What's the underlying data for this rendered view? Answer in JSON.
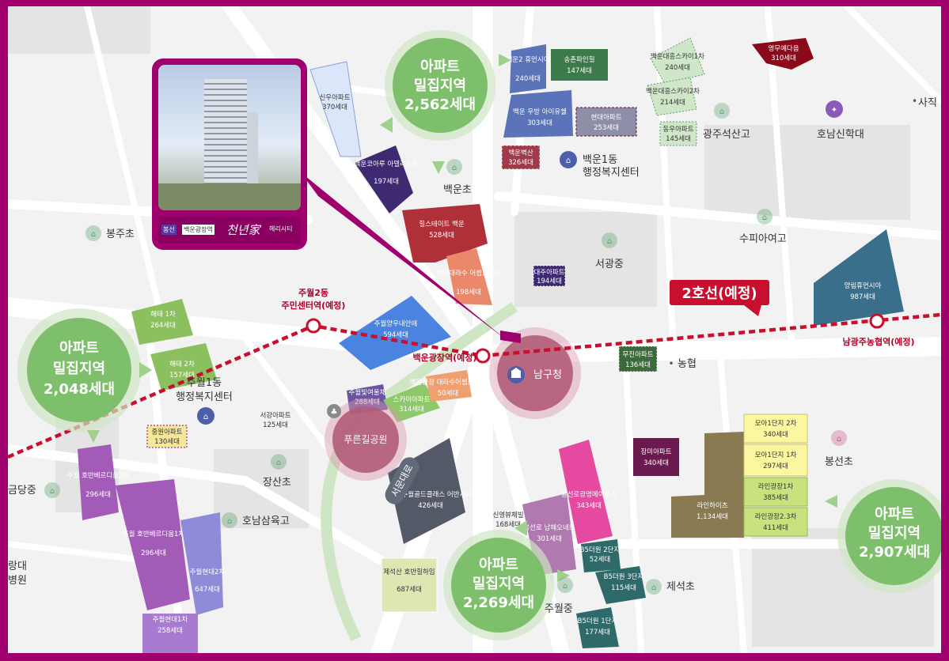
{
  "colors": {
    "frame": "#a0006e",
    "rail": "#c8102e",
    "cluster": "#7dbf6a",
    "road": "#ffffff",
    "ground": "#f2f2f2"
  },
  "line2_label": "2호선(예정)",
  "stations": {
    "juwol2": [
      "주월2동",
      "주민센터역(예정)"
    ],
    "baegun": "백운광장역(예정)",
    "namgwangju": "남광주농협역(예정)"
  },
  "clusters": {
    "top": [
      "아파트",
      "밀집지역",
      "2,562세대"
    ],
    "left": [
      "아파트",
      "밀집지역",
      "2,048세대"
    ],
    "bottom": [
      "아파트",
      "밀집지역",
      "2,269세대"
    ],
    "right": [
      "아파트",
      "밀집지역",
      "2,907세대"
    ]
  },
  "hotspots": {
    "namgu": "남구청",
    "park": "푸른길공원"
  },
  "road_label": "서문대로",
  "promo": {
    "brand_left": "봉선",
    "brand_mid": "백운광장역",
    "brand_logo": "천년家",
    "brand_right": "헤리시티"
  },
  "places": {
    "baegun_school": "백운초",
    "bongju": "봉주초",
    "juwol1": [
      "주월1동",
      "행정복지센터"
    ],
    "baegun1": [
      "백운1동",
      "행정복지센터"
    ],
    "seogwang": "서광중",
    "gwangjuseoksan": "광주석산고",
    "honam_univ": "호남신학대",
    "supia": "수피아여고",
    "nonghyup": "농협",
    "bongseon": "봉선초",
    "jangsan": "장산초",
    "honam_sam": "호남삼육고",
    "geumdang": "금당중",
    "juwol_mid": "주월중",
    "jeseok": "제석초",
    "sajik": "사직",
    "edge_left": [
      "랑대",
      "병원"
    ]
  },
  "apartments": [
    {
      "name": "신우아파트",
      "units": "370세대"
    },
    {
      "name": "백운코아루 아델리스힐",
      "units": "197세대"
    },
    {
      "name": "백운2 휴먼시아",
      "units": "240세대"
    },
    {
      "name": "송촌파인힐",
      "units": "147세대"
    },
    {
      "name": "백운 우방 아이유쉘",
      "units": "303세대"
    },
    {
      "name": "현대아파트",
      "units": "253세대"
    },
    {
      "name": "백운벽산",
      "units": "326세대"
    },
    {
      "name": "힐스테이트 백운",
      "units": "528세대"
    },
    {
      "name": "백운대라수 어썸브릿지",
      "units": "198세대"
    },
    {
      "name": "대주아파트",
      "units": "194세대"
    },
    {
      "name": "주월양우내안애",
      "units": "594세대"
    },
    {
      "name": "해태 1차",
      "units": "264세대"
    },
    {
      "name": "해태 2차",
      "units": "157세대"
    },
    {
      "name": "주월빛여울채",
      "units": "288세대"
    },
    {
      "name": "스카이아파트",
      "units": "314세대"
    },
    {
      "name": "백운광장 대라수어썸브릿지",
      "units": "50세대"
    },
    {
      "name": "서강아파트",
      "units": "125세대"
    },
    {
      "name": "중원아파트",
      "units": "130세대"
    },
    {
      "name": "주월 호반베르디움2차",
      "units": "296세대"
    },
    {
      "name": "주월 호반베르디움1차",
      "units": "296세대"
    },
    {
      "name": "주월현대2차",
      "units": "647세대"
    },
    {
      "name": "주월현대1차",
      "units": "258세대"
    },
    {
      "name": "남구주월골드클래스 어반시티",
      "units": "426세대"
    },
    {
      "name": "제석산 호반힐하임",
      "units": "687세대"
    },
    {
      "name": "신영뷰체빌",
      "units": "168세대"
    },
    {
      "name": "봉선로 남해오네뜨",
      "units": "301세대"
    },
    {
      "name": "봉선로광명메이루즈",
      "units": "343세대"
    },
    {
      "name": "장미아파트",
      "units": "340세대"
    },
    {
      "name": "라인하이츠",
      "units": "1,134세대"
    },
    {
      "name": "모아1단지 2차",
      "units": "340세대"
    },
    {
      "name": "모아1단지 1차",
      "units": "297세대"
    },
    {
      "name": "라인광장1차",
      "units": "385세대"
    },
    {
      "name": "라인광장2.3차",
      "units": "411세대"
    },
    {
      "name": "무진아파트",
      "units": "136세대"
    },
    {
      "name": "양림휴먼시아",
      "units": "987세대"
    },
    {
      "name": "영무예다음",
      "units": "310세대"
    },
    {
      "name": "백운대흥스카이1차",
      "units": "240세대"
    },
    {
      "name": "백운대흥스카이2차",
      "units": "214세대"
    },
    {
      "name": "동우아파트",
      "units": "145세대"
    },
    {
      "name": "B5더원 2단지",
      "units": "52세대"
    },
    {
      "name": "B5더원 3단지",
      "units": "115세대"
    },
    {
      "name": "B5더원 1단지",
      "units": "177세대"
    }
  ]
}
